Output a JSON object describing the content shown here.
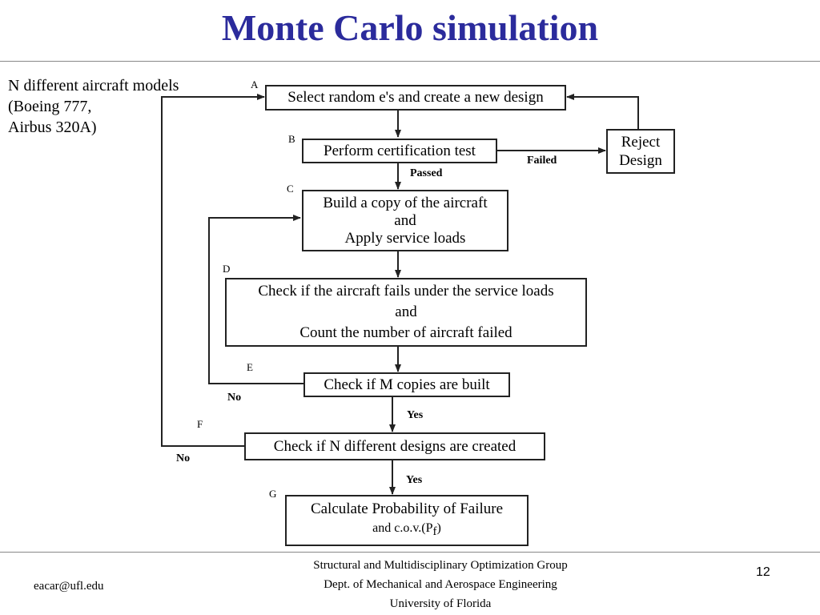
{
  "slide": {
    "title": "Monte Carlo simulation",
    "note": [
      "N different aircraft models",
      "(Boeing 777,",
      "Airbus 320A)"
    ],
    "page_number": "12"
  },
  "diagram": {
    "steps": [
      {
        "id": "A",
        "letter": "A",
        "lines": [
          "Select random e's and create a new design"
        ]
      },
      {
        "id": "B",
        "letter": "B",
        "lines": [
          "Perform certification test"
        ]
      },
      {
        "id": "C",
        "letter": "C",
        "lines": [
          "Build a copy of the aircraft",
          "and",
          "Apply service loads"
        ]
      },
      {
        "id": "D",
        "letter": "D",
        "lines": [
          "Check if the aircraft fails under the service loads",
          "and",
          "Count the number of aircraft failed"
        ]
      },
      {
        "id": "E",
        "letter": "E",
        "lines": [
          "Check if M copies are built"
        ]
      },
      {
        "id": "F",
        "letter": "F",
        "lines": [
          "Check if N different designs are created"
        ]
      },
      {
        "id": "G",
        "letter": "G",
        "lines": [
          "Calculate Probability of Failure"
        ],
        "cov_prefix": "and c.o.v.(P",
        "cov_sub": "f",
        "cov_suffix": ")"
      }
    ],
    "reject": {
      "lines": [
        "Reject",
        "Design"
      ]
    },
    "edges": {
      "failed": "Failed",
      "passed": "Passed",
      "e_no": "No",
      "e_yes": "Yes",
      "f_no": "No",
      "f_yes": "Yes"
    }
  },
  "footer": {
    "email": "eacar@ufl.edu",
    "lines": [
      "Structural and Multidisciplinary Optimization Group",
      "Dept. of Mechanical and Aerospace Engineering",
      "University of Florida"
    ]
  }
}
